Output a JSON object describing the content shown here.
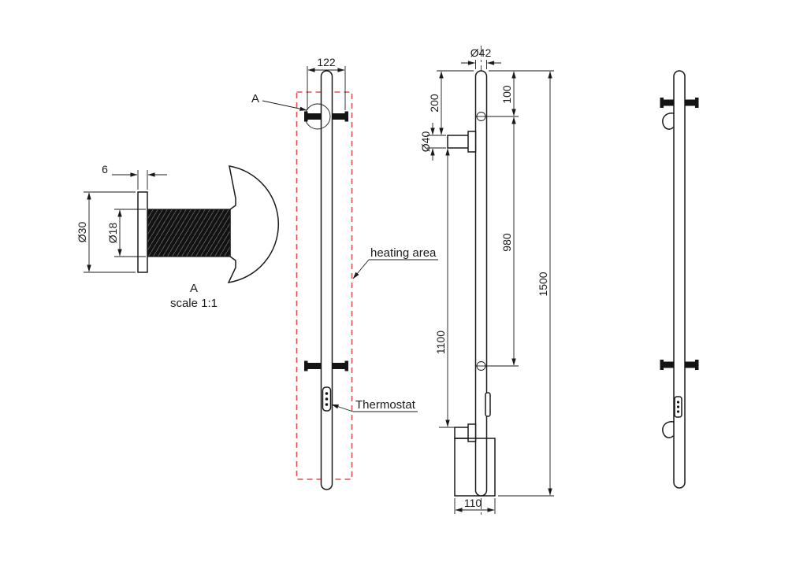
{
  "colors": {
    "line": "#1a1a1a",
    "heating_area": "#e05252"
  },
  "detail_view": {
    "name": "A",
    "scale": "scale 1:1",
    "dim_thickness": "6",
    "dim_outer": "Ø30",
    "dim_thread": "Ø18"
  },
  "front_view": {
    "dim_width": "122",
    "detail_marker": "A",
    "heating_area": "heating area",
    "thermostat": "Thermostat"
  },
  "side_view": {
    "dim_bar": "Ø42",
    "dim_mount": "Ø40",
    "dim_200": "200",
    "dim_100": "100",
    "dim_980": "980",
    "dim_1100": "1100",
    "dim_1500": "1500",
    "dim_110": "110"
  }
}
